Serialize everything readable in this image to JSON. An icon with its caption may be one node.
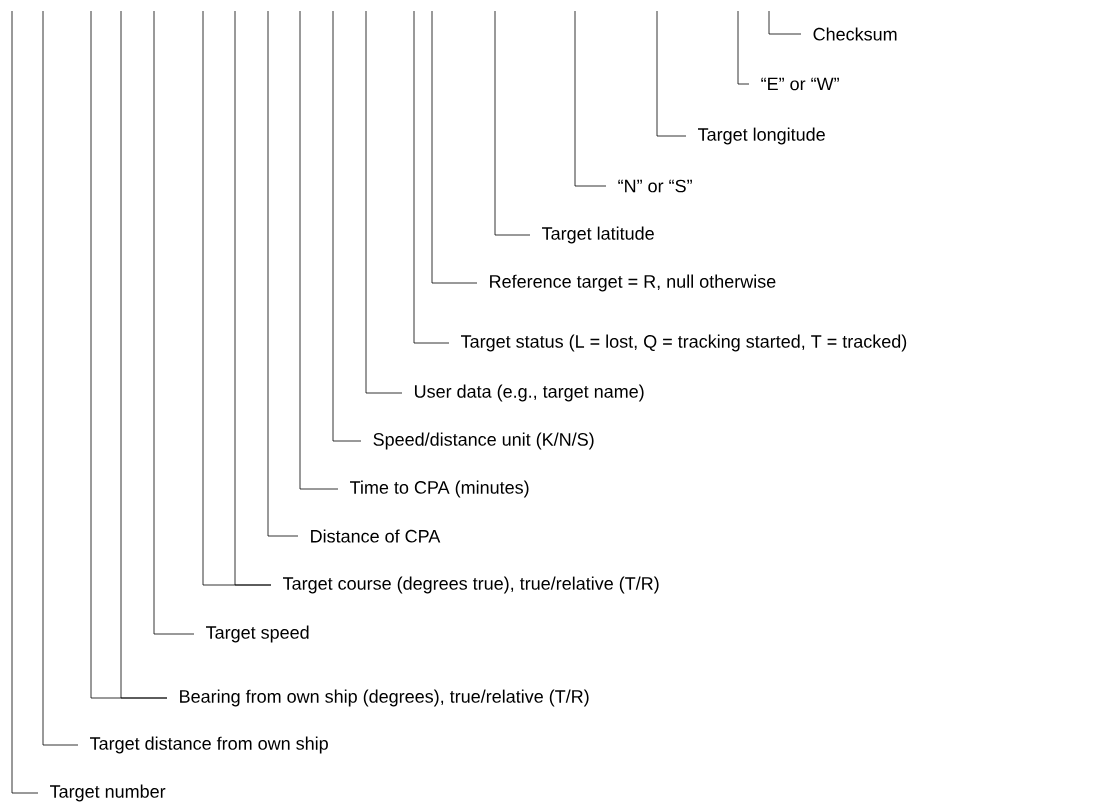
{
  "diagram": {
    "nodes": [
      {
        "text": [
          "Checksum"
        ]
      },
      {
        "text": [
          "“E” or “W”"
        ]
      },
      {
        "text": [
          "Target longitude"
        ]
      },
      {
        "text": [
          "“N” or “S”"
        ]
      },
      {
        "text": [
          "Target latitude"
        ]
      },
      {
        "text": [
          "Reference target = R, null otherwise"
        ]
      },
      {
        "text": [
          "Target status (L = lost, Q = tracking started, T = tracked)"
        ]
      },
      {
        "text": [
          "User data (e.g., target name)"
        ]
      },
      {
        "text": [
          "Speed/distance unit (K/N/S)"
        ]
      },
      {
        "text": [
          "Time to CPA (minutes)"
        ]
      },
      {
        "text": [
          "Distance of CPA"
        ]
      },
      {
        "text": [
          "Target course (degrees true), true/relative (T/R)"
        ]
      },
      {
        "text": [
          "Target speed"
        ]
      },
      {
        "text": [
          "Bearing from own ship (degrees), true/relative (T/R)"
        ]
      },
      {
        "text": [
          "Target distance from own ship"
        ]
      },
      {
        "text": [
          "Target number"
        ]
      }
    ],
    "edges": [
      {
        "from": 0,
        "to": null,
        "arrow": "none"
      },
      {
        "from": 1,
        "to": null,
        "arrow": "none"
      },
      {
        "from": 2,
        "to": null,
        "arrow": "none"
      },
      {
        "from": 3,
        "to": null,
        "arrow": "none"
      },
      {
        "from": 4,
        "to": null,
        "arrow": "none"
      },
      {
        "from": 5,
        "to": null,
        "arrow": "none"
      },
      {
        "from": 6,
        "to": null,
        "arrow": "none"
      },
      {
        "from": 7,
        "to": null,
        "arrow": "none"
      },
      {
        "from": 8,
        "to": null,
        "arrow": "none"
      },
      {
        "from": 9,
        "to": null,
        "arrow": "none"
      },
      {
        "from": 10,
        "to": null,
        "arrow": "none"
      },
      {
        "from": 11,
        "to": null,
        "arrow": "none"
      },
      {
        "from": 11,
        "to": null,
        "arrow": "none"
      },
      {
        "from": 12,
        "to": null,
        "arrow": "none"
      },
      {
        "from": 13,
        "to": null,
        "arrow": "none"
      },
      {
        "from": 13,
        "to": null,
        "arrow": "none"
      },
      {
        "from": 14,
        "to": null,
        "arrow": "none"
      },
      {
        "from": 15,
        "to": null,
        "arrow": "none"
      }
    ]
  }
}
